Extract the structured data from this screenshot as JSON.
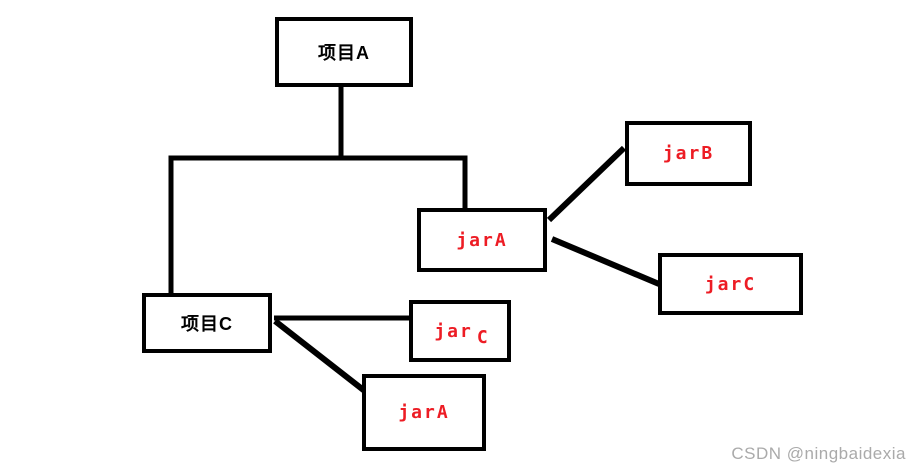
{
  "colors": {
    "background": "#ffffff",
    "box_border": "#000000",
    "project_label": "#000000",
    "jar_label": "#ed1c24",
    "edge_line": "#000000",
    "watermark": "#aaaaaa"
  },
  "diagram": {
    "nodes": {
      "project_a": {
        "label": "项目A"
      },
      "jar_b": {
        "label": "jarB"
      },
      "jar_a_mid": {
        "label": "jarA"
      },
      "jar_c_right": {
        "label": "jarC"
      },
      "project_c": {
        "label": "项目C"
      },
      "jar_c_mid": {
        "label_jar": "jar",
        "label_c": "C"
      },
      "jar_a_bottom": {
        "label": "jarA"
      }
    },
    "edges": [
      {
        "from": "project_a",
        "to": "project_c",
        "style": "elbow"
      },
      {
        "from": "project_a",
        "to": "jar_a_mid",
        "style": "elbow"
      },
      {
        "from": "jar_a_mid",
        "to": "jar_b",
        "style": "diagonal"
      },
      {
        "from": "jar_a_mid",
        "to": "jar_c_right",
        "style": "diagonal"
      },
      {
        "from": "project_c",
        "to": "jar_c_mid",
        "style": "straight"
      },
      {
        "from": "project_c",
        "to": "jar_a_bottom",
        "style": "diagonal"
      }
    ]
  },
  "watermark": {
    "text": "CSDN @ningbaidexia"
  }
}
